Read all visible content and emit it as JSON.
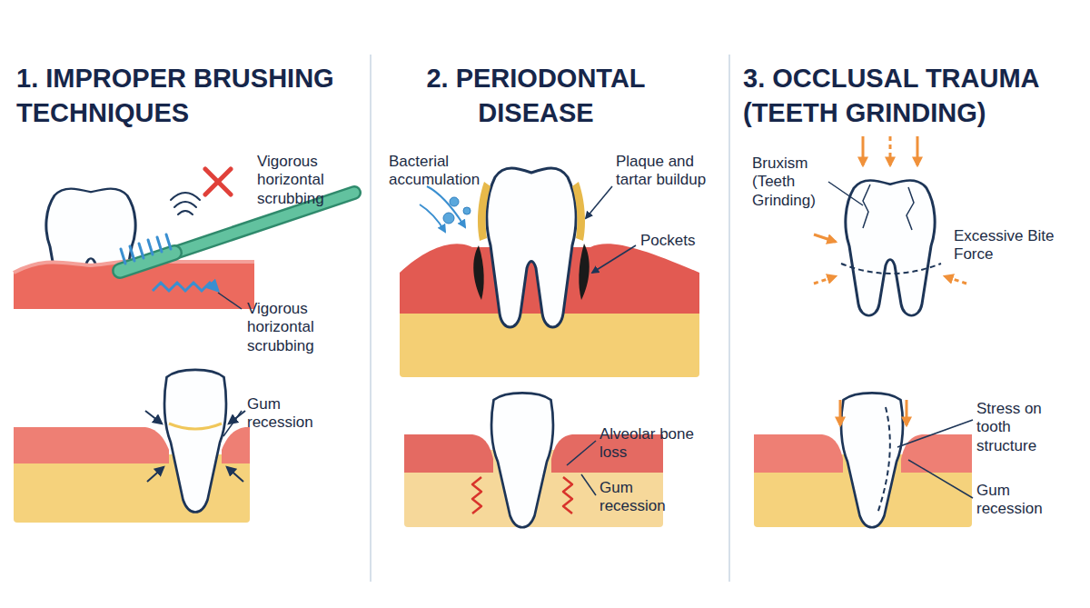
{
  "diagram": {
    "labels": [
      "1. IMPROPER BRUSHING TECHNIQUES",
      "2. PERIODONTAL DISEASE",
      "3. OCCLUSAL TRAUMA (TEETH GRINDING)",
      "Vigorous horizontal scrubbing",
      "Vigorous horizontal scrubbing",
      "Gum recession",
      "Bacterial accumulation",
      "Plaque and tartar buildup",
      "Pockets",
      "Alveolar bone loss",
      "Gum recession",
      "Bruxism (Teeth Grinding)",
      "Excessive Bite Force",
      "Stress on tooth structure",
      "Gum recession"
    ]
  }
}
